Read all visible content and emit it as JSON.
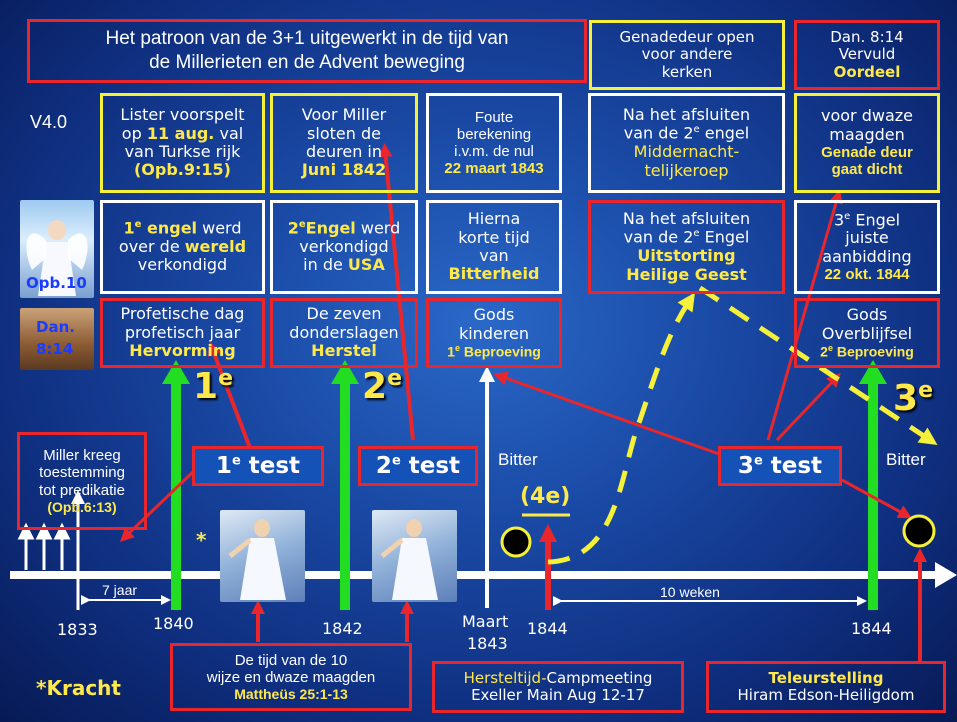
{
  "title": {
    "line1": "Het patroon van de 3+1 uitgewerkt in de tijd van",
    "line2": "de Millerieten en de Advent beweging"
  },
  "version": "V4.0",
  "genadedeur": {
    "l1": "Genadedeur open",
    "l2": "voor andere",
    "l3": "kerken"
  },
  "dan814": {
    "l1": "Dan. 8:14",
    "l2": "Vervuld",
    "l3": "Oordeel"
  },
  "col1": {
    "top": {
      "l1": "Lister voorspelt",
      "l2a": "op ",
      "l2b": "11 aug.",
      "l2c": " val",
      "l3": "van Turkse rijk",
      "l4": "(Opb.9:15)"
    },
    "mid": {
      "l1a": "1",
      "l1sup": "e",
      "l1b": " engel",
      "l1c": " werd",
      "l2a": "over de ",
      "l2b": "wereld",
      "l3": "verkondigd"
    },
    "bot": {
      "l1": "Profetische dag",
      "l2": "profetisch jaar",
      "l3": "Hervorming"
    }
  },
  "col2": {
    "top": {
      "l1": "Voor Miller",
      "l2": "sloten de",
      "l3": "deuren in",
      "l4": "Juni 1842"
    },
    "mid": {
      "l1a": "2",
      "l1sup": "e",
      "l1b": "Engel",
      "l1c": " werd",
      "l2": "verkondigd",
      "l3a": "in de ",
      "l3b": "USA"
    },
    "bot": {
      "l1": "De zeven",
      "l2": "donderslagen",
      "l3": "Herstel"
    }
  },
  "col3": {
    "top": {
      "l1": "Foute",
      "l2": "berekening",
      "l3": "i.v.m. de nul",
      "l4": "22 maart 1843"
    },
    "mid": {
      "l1": "Hierna",
      "l2": "korte tijd",
      "l3": "van",
      "l4": "Bitterheid"
    },
    "bot": {
      "l1": "Gods",
      "l2": "kinderen",
      "l3a": "1",
      "l3sup": "e",
      "l3b": " Beproeving"
    }
  },
  "col4": {
    "top": {
      "l1": "Na het afsluiten",
      "l2": "van de 2",
      "l2sup": "e",
      "l2b": " engel",
      "l3": "Middernacht-",
      "l4": "telijkeroep"
    },
    "mid": {
      "l1": "Na het afsluiten",
      "l2": "van de 2",
      "l2sup": "e",
      "l2b": " Engel",
      "l3": "Uitstorting",
      "l4": "Heilige Geest"
    }
  },
  "col5": {
    "top": {
      "l1": "voor dwaze",
      "l2": "maagden",
      "l3": "Genade deur",
      "l4": "gaat dicht"
    },
    "mid": {
      "l1": "3",
      "l1sup": "e",
      "l1b": " Engel",
      "l2": "juiste",
      "l3": "aanbidding",
      "l4": "22 okt. 1844"
    },
    "bot": {
      "l1": "Gods",
      "l2": "Overblijfsel",
      "l3a": "2",
      "l3sup": "e",
      "l3b": " Beproeving"
    }
  },
  "side_labels": {
    "opb10": "Opb.10",
    "dan": "Dan.",
    "dan814": "8:14"
  },
  "big_numbers": {
    "n1": "1",
    "n2": "2",
    "n3": "3",
    "sup": "e"
  },
  "miller": {
    "l1": "Miller kreeg",
    "l2": "toestemming",
    "l3": "tot predikatie",
    "l4": "(Opb.6:13)"
  },
  "tests": {
    "t1a": "1",
    "t1b": " test",
    "t2a": "2",
    "t2b": " test",
    "t3a": "3",
    "t3b": " test",
    "sup": "e"
  },
  "bitter1": "Bitter",
  "bitter2": "Bitter",
  "fourth": "(4e)",
  "star": "*",
  "kracht": "*Kracht",
  "years": {
    "y1833": "1833",
    "y1840": "1840",
    "y1842": "1842",
    "maart": "Maart",
    "y1843": "1843",
    "y1844a": "1844",
    "y1844b": "1844"
  },
  "seven_jaar": "7 jaar",
  "tien_weken": "10 weken",
  "maagden": {
    "l1": "De tijd van de 10",
    "l2": "wijze en dwaze maagden",
    "l3": "Mattheüs 25:1-13"
  },
  "hersteltijd": {
    "l1a": "Hersteltijd-",
    "l1b": "Campmeeting",
    "l2": "Exeller Main Aug 12-17"
  },
  "teleur": {
    "l1": "Teleurstelling",
    "l2": "Hiram Edson-Heiligdom"
  },
  "colors": {
    "red": "#e8262b",
    "yellow": "#f5f03a",
    "green": "#22dd22",
    "white": "#ffffff",
    "gold": "#ffe94a"
  }
}
